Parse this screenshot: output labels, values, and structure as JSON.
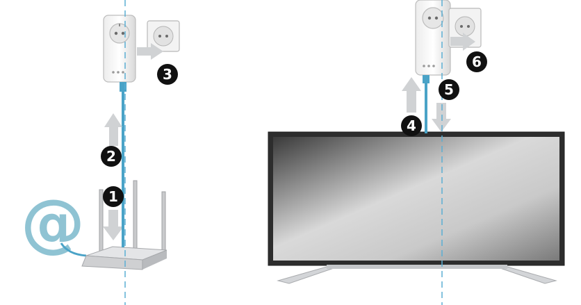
{
  "diagram": {
    "steps": [
      {
        "id": "1",
        "label": "1"
      },
      {
        "id": "2",
        "label": "2"
      },
      {
        "id": "3",
        "label": "3"
      },
      {
        "id": "4",
        "label": "4"
      },
      {
        "id": "5",
        "label": "5"
      },
      {
        "id": "6",
        "label": "6"
      }
    ],
    "internet_symbol": "@",
    "icons": [
      "router-icon",
      "powerline-adapter-icon",
      "wall-socket-icon",
      "tv-icon",
      "arrow-icon",
      "ethernet-cable-icon"
    ],
    "colors": {
      "cable": "#4aa3c7",
      "dashed_guide": "#5aaed3",
      "arrow": "#d0d2d4",
      "badge": "#111111",
      "at_sign": "#8fc3d3"
    }
  }
}
